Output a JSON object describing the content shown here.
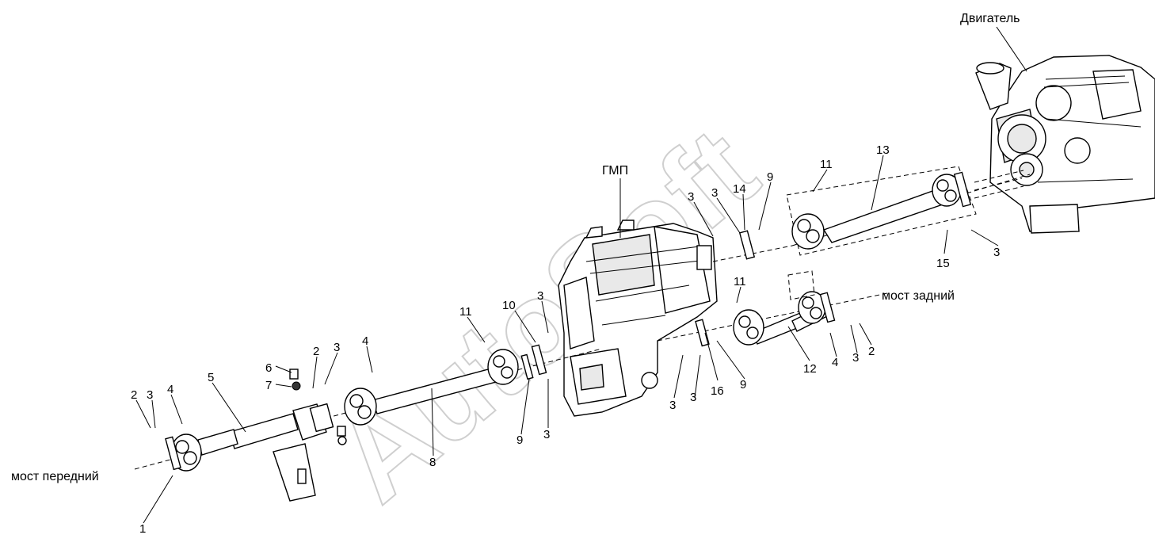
{
  "captions": {
    "engine": "Двигатель",
    "transmission": "ГМП",
    "rear_axle": "мост задний",
    "front_axle": "мост передний"
  },
  "watermark": "AutoSoft",
  "callouts": [
    {
      "id": "c1",
      "text": "1"
    },
    {
      "id": "c2a",
      "text": "2"
    },
    {
      "id": "c3a",
      "text": "3"
    },
    {
      "id": "c4a",
      "text": "4"
    },
    {
      "id": "c5",
      "text": "5"
    },
    {
      "id": "c6",
      "text": "6"
    },
    {
      "id": "c7",
      "text": "7"
    },
    {
      "id": "c2b",
      "text": "2"
    },
    {
      "id": "c3b",
      "text": "3"
    },
    {
      "id": "c4b",
      "text": "4"
    },
    {
      "id": "c8",
      "text": "8"
    },
    {
      "id": "c11a",
      "text": "11"
    },
    {
      "id": "c10",
      "text": "10"
    },
    {
      "id": "c3c",
      "text": "3"
    },
    {
      "id": "c9a",
      "text": "9"
    },
    {
      "id": "c3d",
      "text": "3"
    },
    {
      "id": "c3e",
      "text": "3"
    },
    {
      "id": "c3f",
      "text": "3"
    },
    {
      "id": "c14",
      "text": "14"
    },
    {
      "id": "c9b",
      "text": "9"
    },
    {
      "id": "c11b",
      "text": "11"
    },
    {
      "id": "c13",
      "text": "13"
    },
    {
      "id": "c15",
      "text": "15"
    },
    {
      "id": "c3g",
      "text": "3"
    },
    {
      "id": "c11c",
      "text": "11"
    },
    {
      "id": "c12",
      "text": "12"
    },
    {
      "id": "c4c",
      "text": "4"
    },
    {
      "id": "c3h",
      "text": "3"
    },
    {
      "id": "c2c",
      "text": "2"
    },
    {
      "id": "c3i",
      "text": "3"
    },
    {
      "id": "c3j",
      "text": "3"
    },
    {
      "id": "c16",
      "text": "16"
    },
    {
      "id": "c9c",
      "text": "9"
    }
  ]
}
